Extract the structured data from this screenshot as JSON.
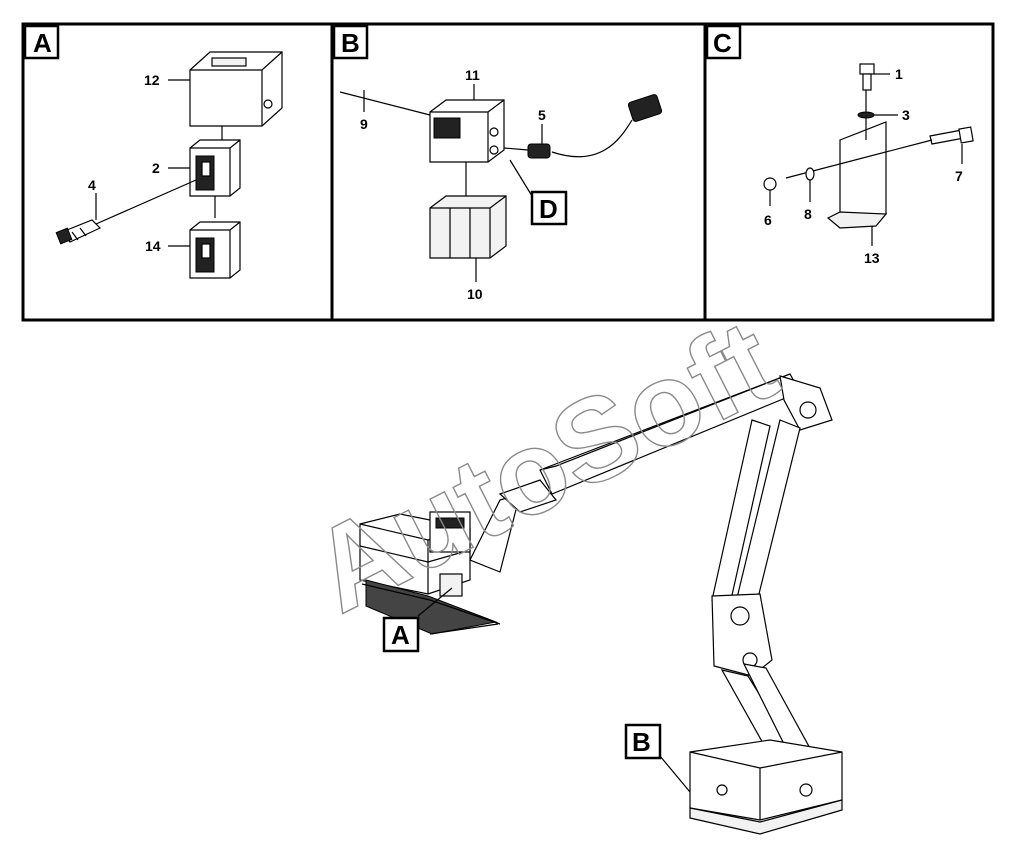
{
  "panels": {
    "a": {
      "label": "A",
      "callouts": {
        "c12": "12",
        "c2": "2",
        "c4": "4",
        "c14": "14"
      }
    },
    "b": {
      "label": "B",
      "callouts": {
        "c11": "11",
        "c9": "9",
        "c5": "5",
        "c10": "10"
      },
      "detail_label": "D"
    },
    "c": {
      "label": "C",
      "callouts": {
        "c1": "1",
        "c3": "3",
        "c7": "7",
        "c6": "6",
        "c8": "8",
        "c13": "13"
      }
    }
  },
  "main_view": {
    "label_a": "A",
    "label_b": "B"
  },
  "watermark": "AutoSoft"
}
